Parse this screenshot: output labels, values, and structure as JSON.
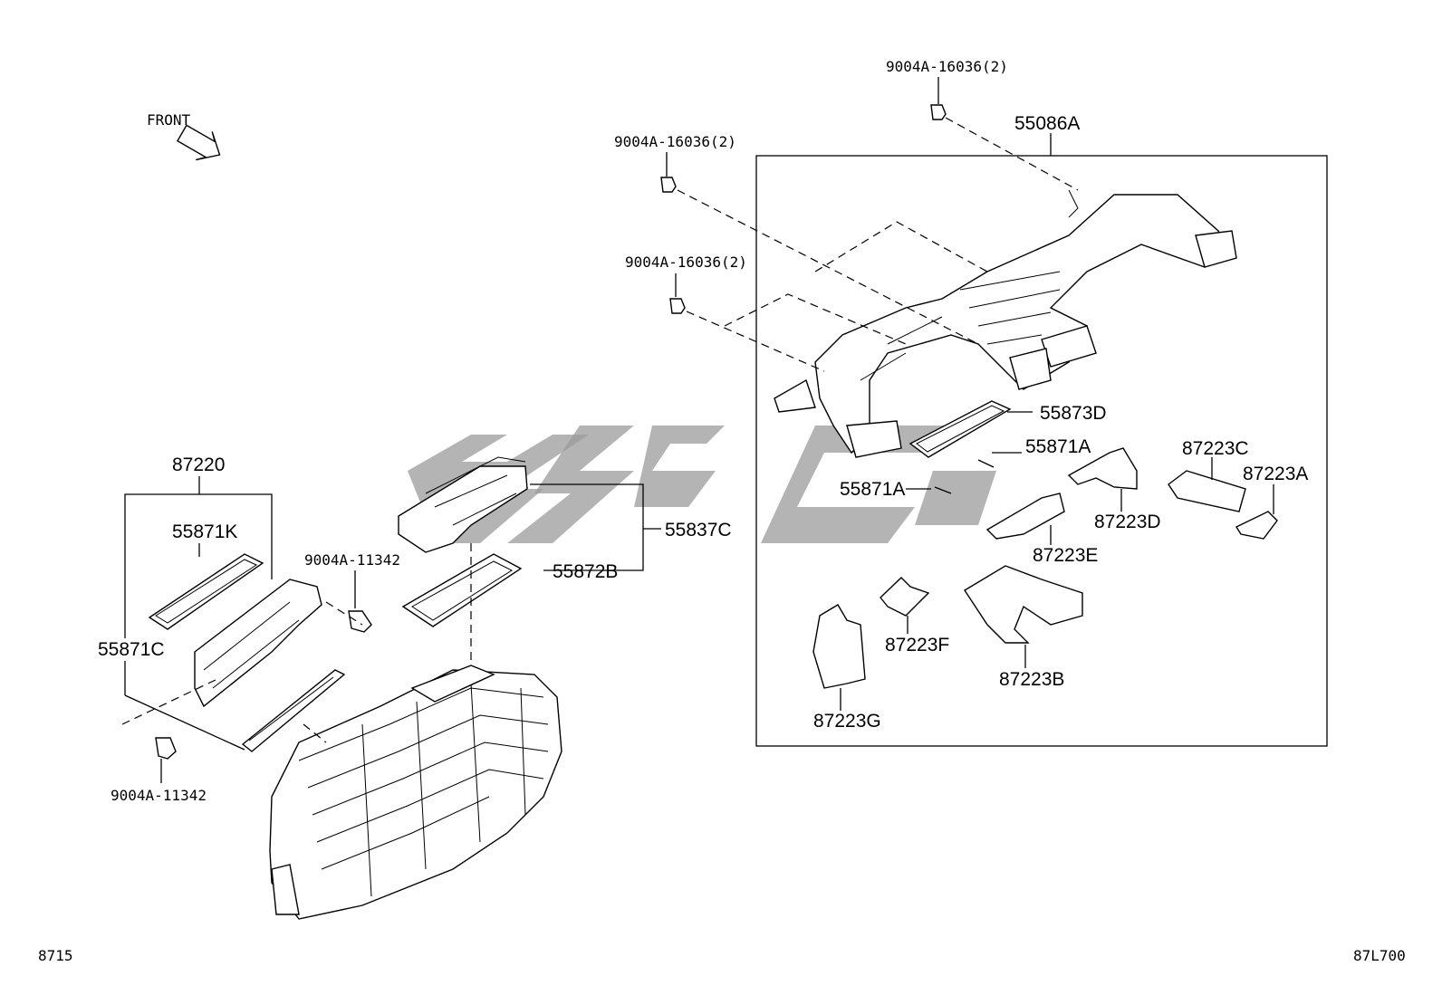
{
  "diagram": {
    "page_code_left": "8715",
    "page_code_right": "87L700",
    "front_label": "FRONT",
    "group_box_label": "55086A",
    "part_labels": {
      "bolt_top": "9004A-16036(2)",
      "bolt_mid": "9004A-16036(2)",
      "bolt_low": "9004A-16036(2)",
      "p55873D": "55873D",
      "p55871A_right": "55871A",
      "p55871A_left": "55871A",
      "p87223C": "87223C",
      "p87223A": "87223A",
      "p87223D": "87223D",
      "p87223E": "87223E",
      "p87223F": "87223F",
      "p87223B": "87223B",
      "p87223G": "87223G",
      "p87220": "87220",
      "p55871K": "55871K",
      "p55871C": "55871C",
      "screw_mid": "9004A-11342",
      "screw_low": "9004A-11342",
      "p55837C": "55837C",
      "p55872B": "55872B"
    }
  }
}
